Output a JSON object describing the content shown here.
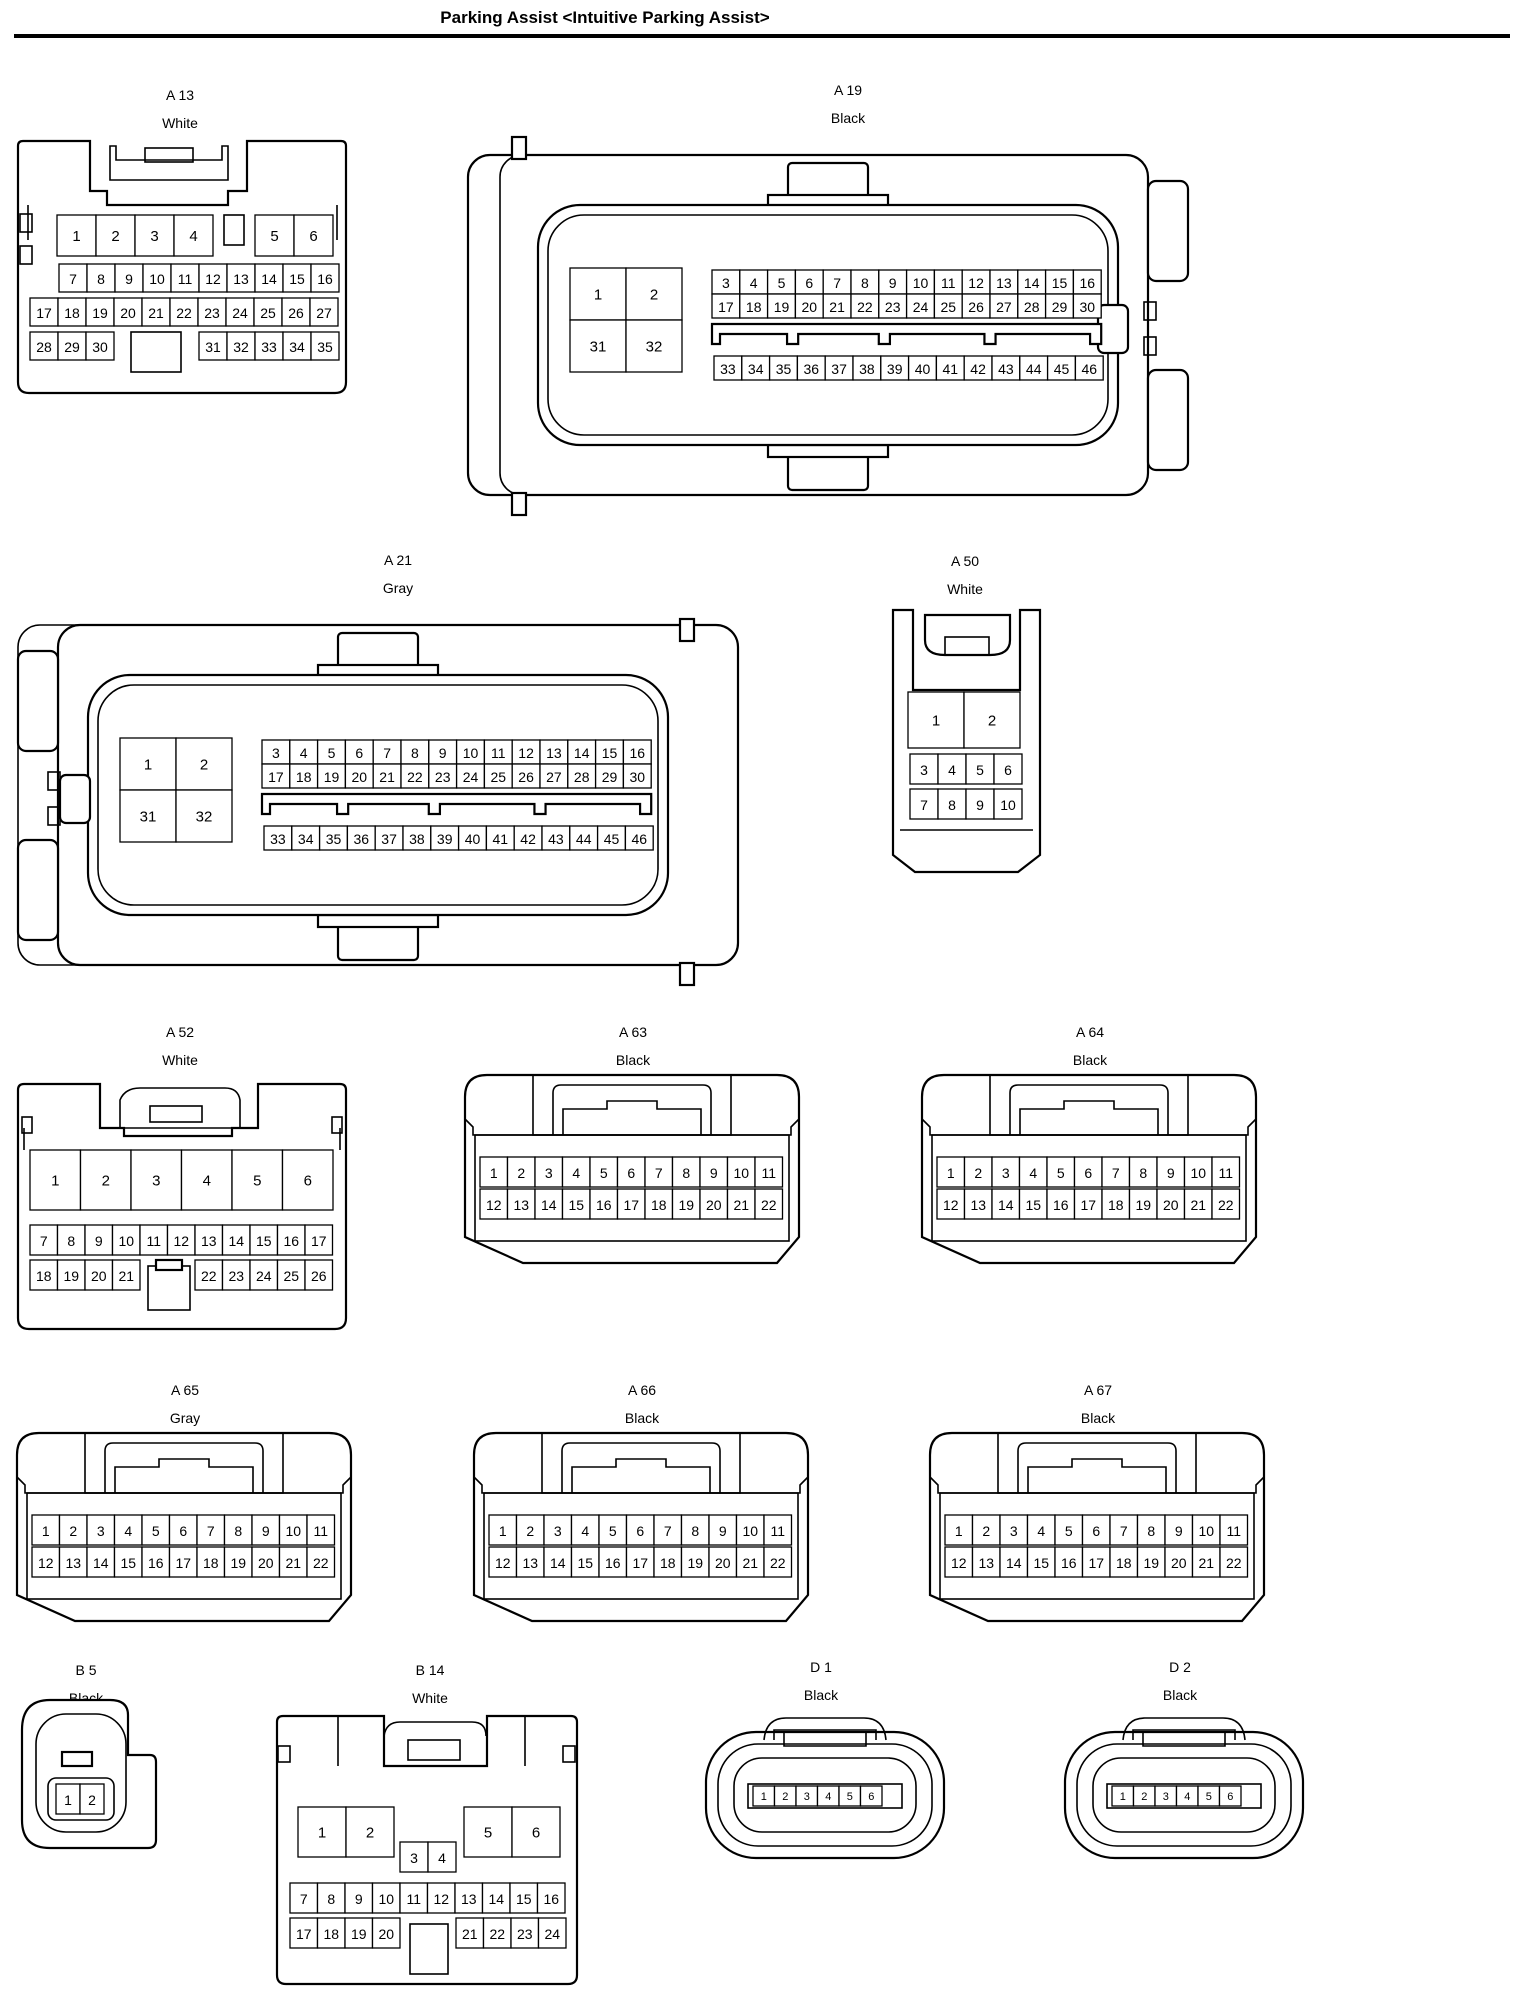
{
  "title": "Parking Assist <Intuitive Parking Assist>",
  "connectors": [
    {
      "id": "A 13",
      "color": "White",
      "rows": [
        [
          "1",
          "2",
          "3",
          "4",
          "5",
          "6"
        ],
        [
          "7",
          "8",
          "9",
          "10",
          "11",
          "12",
          "13",
          "14",
          "15",
          "16"
        ],
        [
          "17",
          "18",
          "19",
          "20",
          "21",
          "22",
          "23",
          "24",
          "25",
          "26",
          "27"
        ],
        [
          "28",
          "29",
          "30",
          "31",
          "32",
          "33",
          "34",
          "35"
        ]
      ]
    },
    {
      "id": "A 19",
      "color": "Black",
      "rows": [
        [
          "1",
          "2",
          "31",
          "32"
        ],
        [
          "3",
          "4",
          "5",
          "6",
          "7",
          "8",
          "9",
          "10",
          "11",
          "12",
          "13",
          "14",
          "15",
          "16"
        ],
        [
          "17",
          "18",
          "19",
          "20",
          "21",
          "22",
          "23",
          "24",
          "25",
          "26",
          "27",
          "28",
          "29",
          "30"
        ],
        [
          "33",
          "34",
          "35",
          "36",
          "37",
          "38",
          "39",
          "40",
          "41",
          "42",
          "43",
          "44",
          "45",
          "46"
        ]
      ]
    },
    {
      "id": "A 21",
      "color": "Gray",
      "rows": [
        [
          "1",
          "2",
          "31",
          "32"
        ],
        [
          "3",
          "4",
          "5",
          "6",
          "7",
          "8",
          "9",
          "10",
          "11",
          "12",
          "13",
          "14",
          "15",
          "16"
        ],
        [
          "17",
          "18",
          "19",
          "20",
          "21",
          "22",
          "23",
          "24",
          "25",
          "26",
          "27",
          "28",
          "29",
          "30"
        ],
        [
          "33",
          "34",
          "35",
          "36",
          "37",
          "38",
          "39",
          "40",
          "41",
          "42",
          "43",
          "44",
          "45",
          "46"
        ]
      ]
    },
    {
      "id": "A 50",
      "color": "White",
      "rows": [
        [
          "1",
          "2"
        ],
        [
          "3",
          "4",
          "5",
          "6"
        ],
        [
          "7",
          "8",
          "9",
          "10"
        ]
      ]
    },
    {
      "id": "A 52",
      "color": "White",
      "rows": [
        [
          "1",
          "2",
          "3",
          "4",
          "5",
          "6"
        ],
        [
          "7",
          "8",
          "9",
          "10",
          "11",
          "12",
          "13",
          "14",
          "15",
          "16",
          "17"
        ],
        [
          "18",
          "19",
          "20",
          "21",
          "22",
          "23",
          "24",
          "25",
          "26"
        ]
      ]
    },
    {
      "id": "A 63",
      "color": "Black",
      "rows": [
        [
          "1",
          "2",
          "3",
          "4",
          "5",
          "6",
          "7",
          "8",
          "9",
          "10",
          "11"
        ],
        [
          "12",
          "13",
          "14",
          "15",
          "16",
          "17",
          "18",
          "19",
          "20",
          "21",
          "22"
        ]
      ]
    },
    {
      "id": "A 64",
      "color": "Black",
      "rows": [
        [
          "1",
          "2",
          "3",
          "4",
          "5",
          "6",
          "7",
          "8",
          "9",
          "10",
          "11"
        ],
        [
          "12",
          "13",
          "14",
          "15",
          "16",
          "17",
          "18",
          "19",
          "20",
          "21",
          "22"
        ]
      ]
    },
    {
      "id": "A 65",
      "color": "Gray",
      "rows": [
        [
          "1",
          "2",
          "3",
          "4",
          "5",
          "6",
          "7",
          "8",
          "9",
          "10",
          "11"
        ],
        [
          "12",
          "13",
          "14",
          "15",
          "16",
          "17",
          "18",
          "19",
          "20",
          "21",
          "22"
        ]
      ]
    },
    {
      "id": "A 66",
      "color": "Black",
      "rows": [
        [
          "1",
          "2",
          "3",
          "4",
          "5",
          "6",
          "7",
          "8",
          "9",
          "10",
          "11"
        ],
        [
          "12",
          "13",
          "14",
          "15",
          "16",
          "17",
          "18",
          "19",
          "20",
          "21",
          "22"
        ]
      ]
    },
    {
      "id": "A 67",
      "color": "Black",
      "rows": [
        [
          "1",
          "2",
          "3",
          "4",
          "5",
          "6",
          "7",
          "8",
          "9",
          "10",
          "11"
        ],
        [
          "12",
          "13",
          "14",
          "15",
          "16",
          "17",
          "18",
          "19",
          "20",
          "21",
          "22"
        ]
      ]
    },
    {
      "id": "B 5",
      "color": "Black",
      "rows": [
        [
          "1",
          "2"
        ]
      ]
    },
    {
      "id": "B 14",
      "color": "White",
      "rows": [
        [
          "1",
          "2",
          "5",
          "6"
        ],
        [
          "3",
          "4"
        ],
        [
          "7",
          "8",
          "9",
          "10",
          "11",
          "12",
          "13",
          "14",
          "15",
          "16"
        ],
        [
          "17",
          "18",
          "19",
          "20",
          "21",
          "22",
          "23",
          "24"
        ]
      ]
    },
    {
      "id": "D 1",
      "color": "Black",
      "rows": [
        [
          "1",
          "2",
          "3",
          "4",
          "5",
          "6"
        ]
      ]
    },
    {
      "id": "D 2",
      "color": "Black",
      "rows": [
        [
          "1",
          "2",
          "3",
          "4",
          "5",
          "6"
        ]
      ]
    }
  ]
}
